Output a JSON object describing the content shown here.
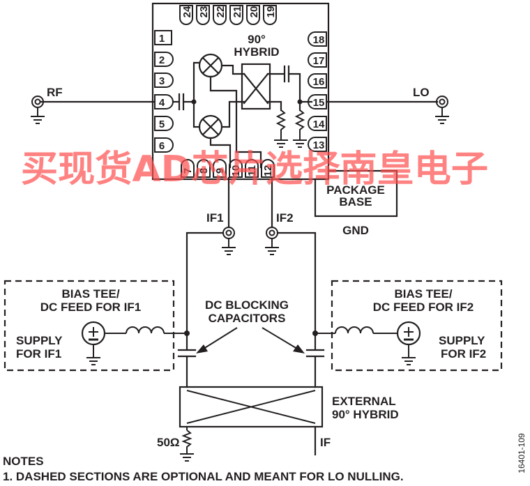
{
  "chip": {
    "internal_hybrid_label_line1": "90°",
    "internal_hybrid_label_line2": "HYBRID",
    "left_pins": [
      "1",
      "2",
      "3",
      "4",
      "5",
      "6"
    ],
    "right_pins": [
      "18",
      "17",
      "16",
      "15",
      "14",
      "13"
    ],
    "top_pins": [
      "24",
      "23",
      "22",
      "21",
      "20",
      "19"
    ],
    "bottom_pins": [
      "7",
      "8",
      "9",
      "10",
      "11",
      "12"
    ]
  },
  "ports": {
    "rf": "RF",
    "lo": "LO",
    "if1": "IF1",
    "if2": "IF2",
    "if_out": "IF"
  },
  "package": {
    "line1": "PACKAGE",
    "line2": "BASE",
    "gnd": "GND"
  },
  "bias_tee_if1": {
    "title_line1": "BIAS TEE/",
    "title_line2": "DC FEED FOR IF1",
    "supply_line1": "SUPPLY",
    "supply_line2": "FOR IF1"
  },
  "bias_tee_if2": {
    "title_line1": "BIAS TEE/",
    "title_line2": "DC FEED FOR IF2",
    "supply_line1": "SUPPLY",
    "supply_line2": "FOR IF2"
  },
  "dc_blocking": {
    "line1": "DC BLOCKING",
    "line2": "CAPACITORS"
  },
  "external_hybrid": {
    "line1": "EXTERNAL",
    "line2": "90° HYBRID"
  },
  "termination": "50Ω",
  "notes": {
    "heading": "NOTES",
    "items": [
      "1. DASHED SECTIONS ARE OPTIONAL AND MEANT FOR LO NULLING."
    ]
  },
  "figure_id": "16401-109",
  "watermark": "买现货AD芯片选择南皇电子",
  "colors": {
    "line": "#231f20",
    "watermark": "#ff4d4d"
  }
}
